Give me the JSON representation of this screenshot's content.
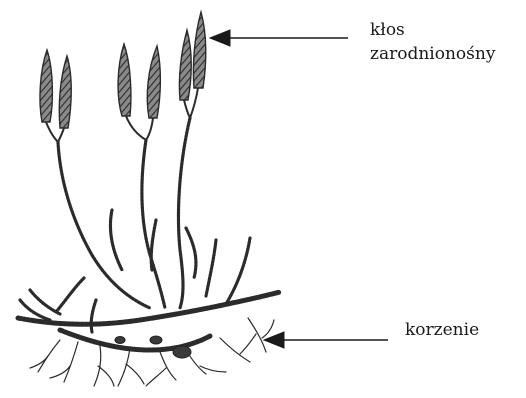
{
  "labels": {
    "strobilus_line1": "kłos",
    "strobilus_line2": "zarodnionośny",
    "root": "korzenie"
  },
  "colors": {
    "ink": "#2b2b2b",
    "background": "#ffffff"
  }
}
